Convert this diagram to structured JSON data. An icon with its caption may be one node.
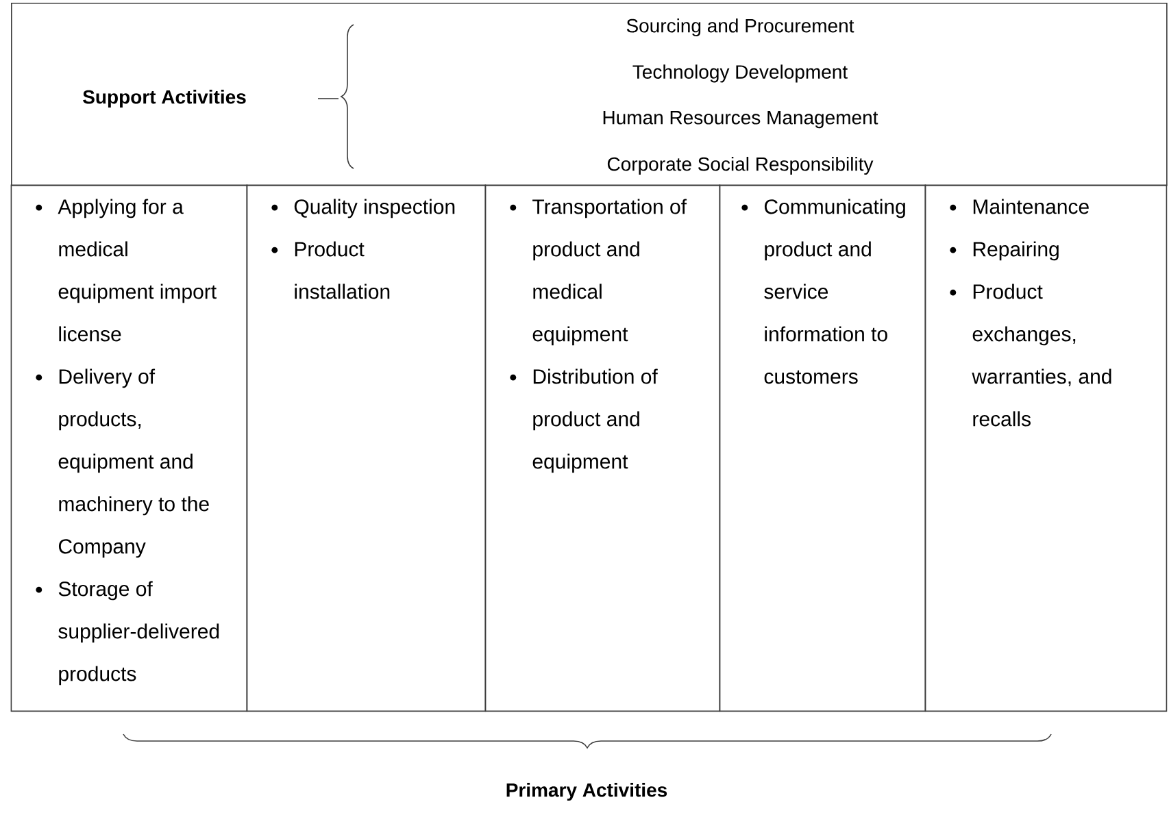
{
  "diagram": {
    "nodes": [
      {
        "text": [
          "Support Activities",
          "Sourcing and Procurement",
          "Technology Development",
          "Human Resources Management",
          "Corporate Social Responsibility"
        ]
      },
      {
        "text": [
          "Applying for a medical equipment import license",
          "Delivery of products, equipment and machinery to the Company",
          "Storage of supplier-delivered products"
        ]
      },
      {
        "text": [
          "Quality inspection",
          "Product installation"
        ]
      },
      {
        "text": [
          "Transportation of product and medical equipment",
          "Distribution of product and equipment"
        ]
      },
      {
        "text": [
          "Communicating product and service information to customers"
        ]
      },
      {
        "text": [
          "Maintenance",
          "Repairing",
          "Product exchanges, warranties, and recalls"
        ]
      }
    ],
    "labels": [
      "Primary Activities"
    ]
  }
}
